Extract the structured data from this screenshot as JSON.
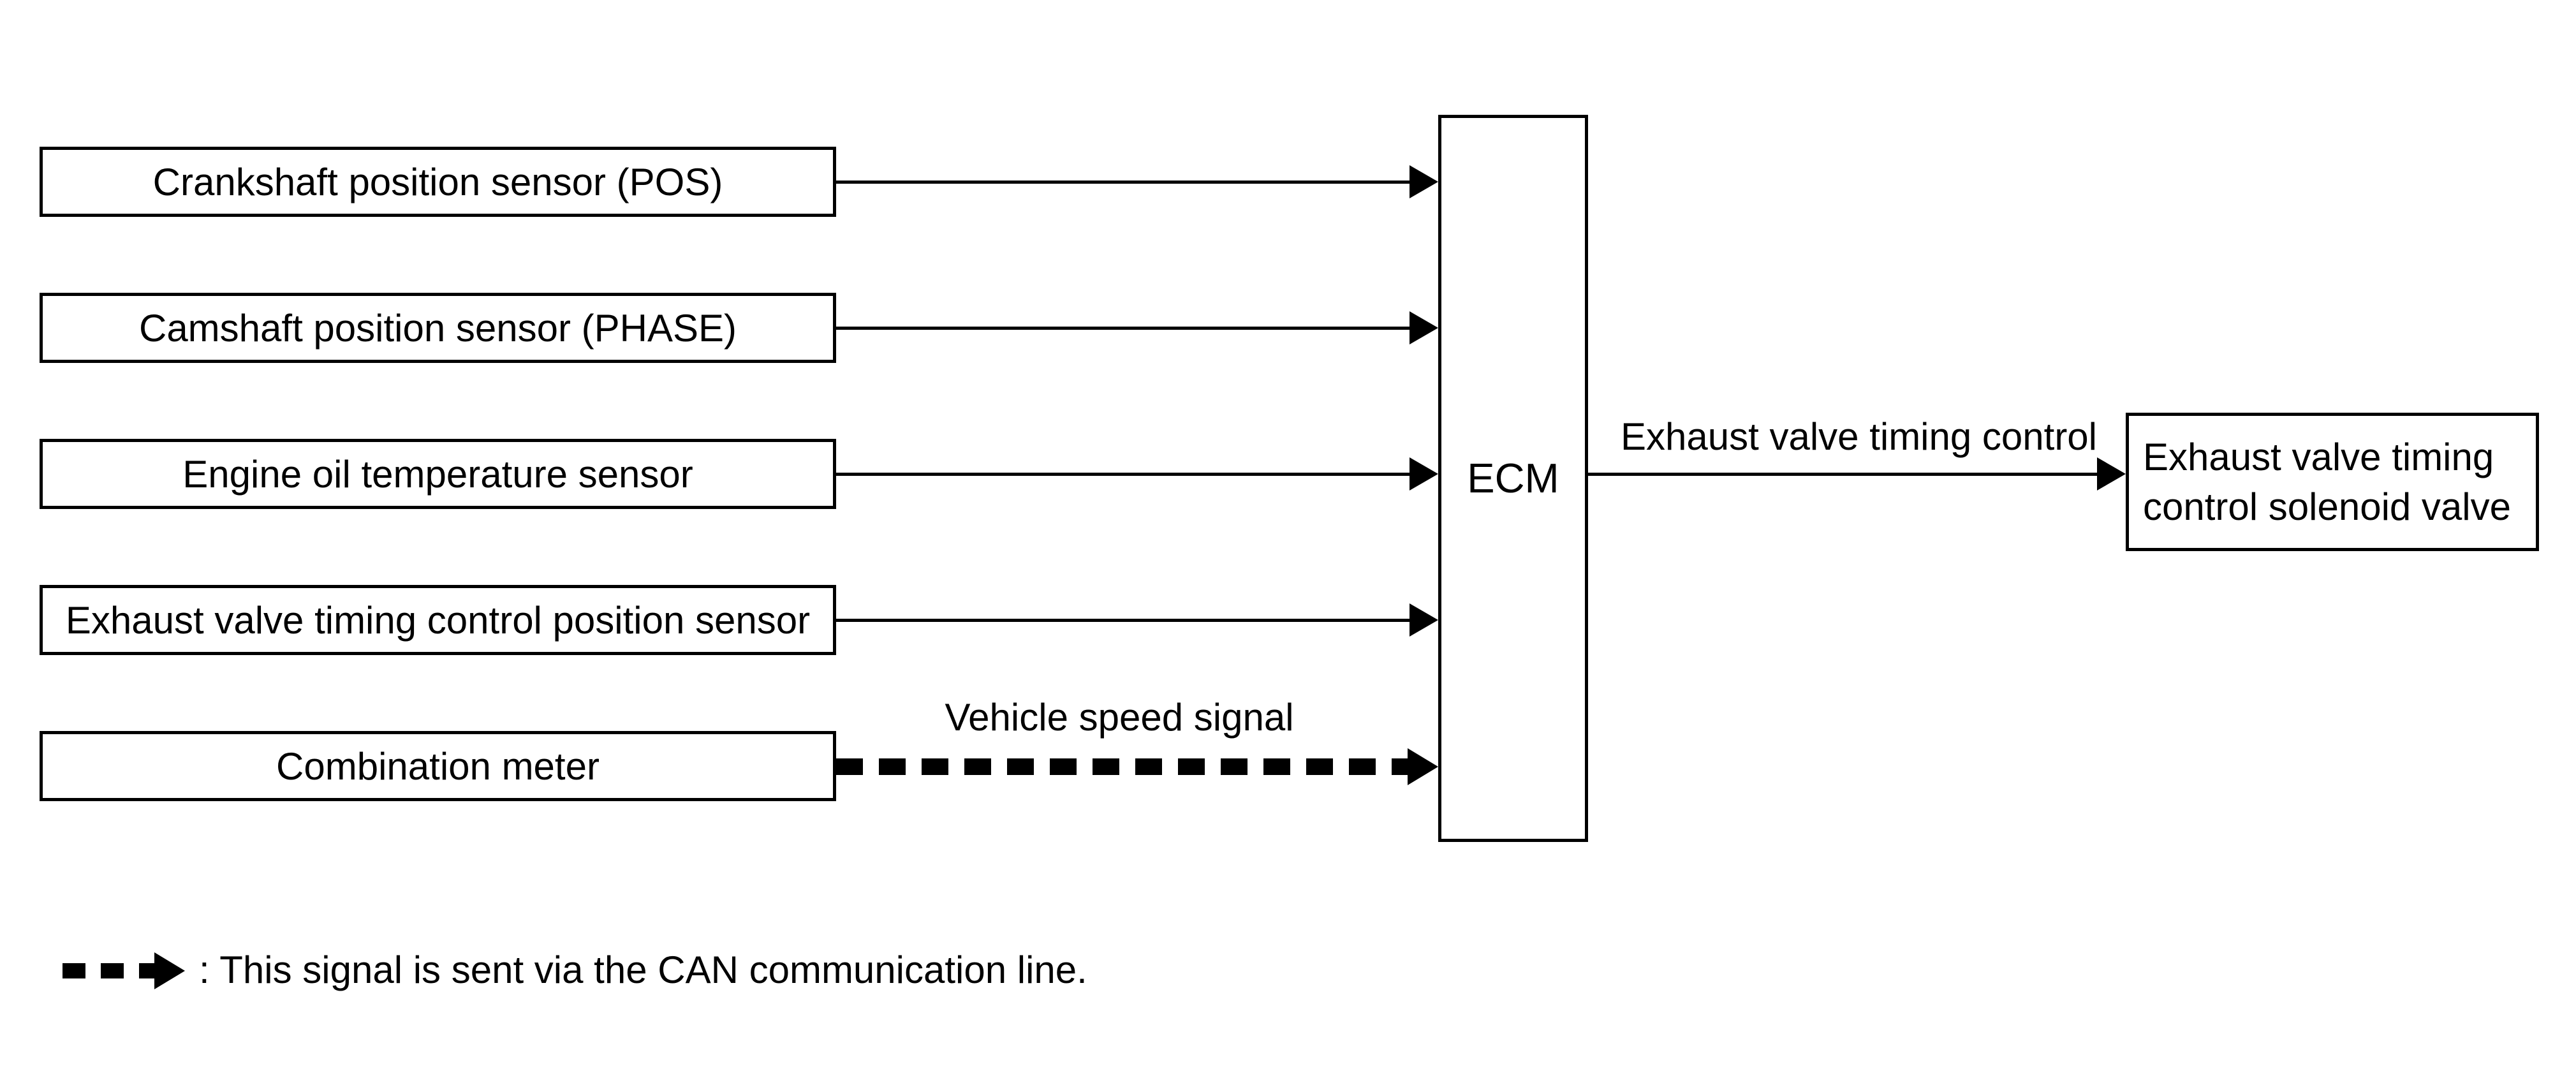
{
  "diagram": {
    "title_hint": "ECM exhaust valve timing control signal flow diagram",
    "colors": {
      "foreground": "#000000",
      "background": "#ffffff"
    },
    "inputs": [
      {
        "label": "Crankshaft position sensor (POS)"
      },
      {
        "label": "Camshaft position sensor (PHASE)"
      },
      {
        "label": "Engine oil temperature sensor"
      },
      {
        "label": "Exhaust valve timing control position sensor"
      },
      {
        "label": "Combination meter",
        "signal_label": "Vehicle speed signal",
        "via_can": true
      }
    ],
    "controller": {
      "label": "ECM"
    },
    "output": {
      "signal_label": "Exhaust valve timing control",
      "target_line1": "Exhaust valve timing",
      "target_line2": "control solenoid valve"
    },
    "legend": {
      "symbol": "can-dashed-arrow-icon",
      "text": ": This signal is sent via the CAN communication line."
    }
  }
}
